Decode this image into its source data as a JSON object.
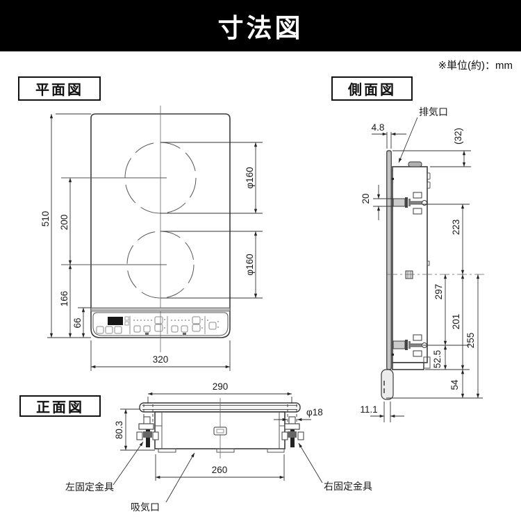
{
  "header": {
    "title": "寸法図",
    "unit_note": "※単位(約)：mm"
  },
  "plan": {
    "label": "平面図",
    "depth": "510",
    "burner_pitch": "200",
    "front_depth": "166",
    "panel_depth": "66",
    "width": "320",
    "burner1_dia": "φ160",
    "burner2_dia": "φ160"
  },
  "side": {
    "label": "側面図",
    "exhaust": "排気口",
    "plate_thickness": "4.8",
    "rear_overhang": "(32)",
    "clamp_thickness": "20",
    "rear_span": "223",
    "body_span": "297",
    "front_span": "201",
    "half_depth": "255",
    "clamp_to_bottom": "52.5",
    "bottom_margin": "54",
    "front_lip": "11.1"
  },
  "front": {
    "label": "正面図",
    "cutout_width": "290",
    "height": "80.3",
    "screw_dia": "φ18",
    "body_width": "260",
    "left_bracket": "左固定金具",
    "intake": "吸気口",
    "right_bracket": "右固定金具"
  }
}
